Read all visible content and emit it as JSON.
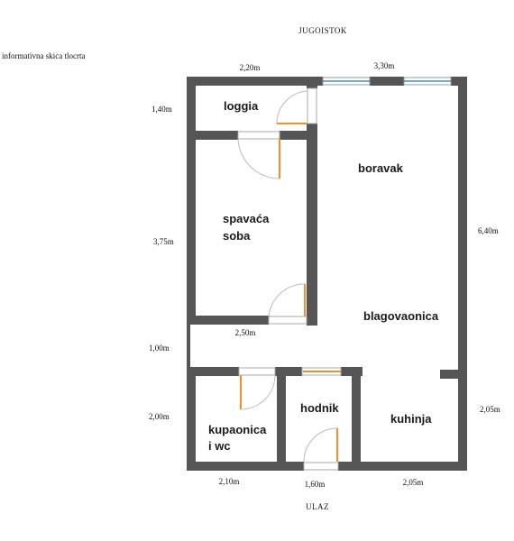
{
  "orientation": "JUGOISTOK",
  "note": "informativna skica tlocrta",
  "entrance": "ULAZ",
  "rooms": {
    "loggia": "loggia",
    "bedroom_line1": "spavaća",
    "bedroom_line2": "soba",
    "living": "boravak",
    "dining": "blagovaonica",
    "bathroom_line1": "kupaonica",
    "bathroom_line2": "i wc",
    "hallway": "hodnik",
    "kitchen": "kuhinja"
  },
  "dimensions": {
    "top_left": "2,20m",
    "top_right": "3,30m",
    "left_loggia": "1,40m",
    "left_bedroom": "3,75m",
    "left_passage": "1,00m",
    "left_bottom": "2,00m",
    "right_upper": "6,40m",
    "right_lower": "2,05m",
    "bedroom_width": "2,50m",
    "bottom_left": "2,10m",
    "bottom_middle": "1,60m",
    "bottom_right": "2,05m"
  },
  "colors": {
    "wall": "#555555",
    "door": "#f0902a",
    "window": "#3a8fd0",
    "swing": "#bbbbbb"
  }
}
